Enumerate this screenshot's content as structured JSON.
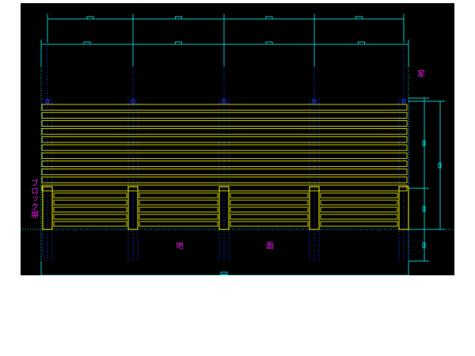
{
  "drawing": {
    "labels": {
      "house": "家",
      "block_wall": "ブロック塀",
      "ground_left": "地",
      "ground_right": "面"
    },
    "colors": {
      "background": "#000000",
      "dimension_line": "#00c8c8",
      "fence_board": "#c8c800",
      "post_outline": "#d0d000",
      "gridline": "#1a3aff",
      "annotation": "#e020e0"
    },
    "fence": {
      "bays": 4,
      "posts": 5,
      "upper_boards": 11,
      "lower_boards": 5
    }
  }
}
